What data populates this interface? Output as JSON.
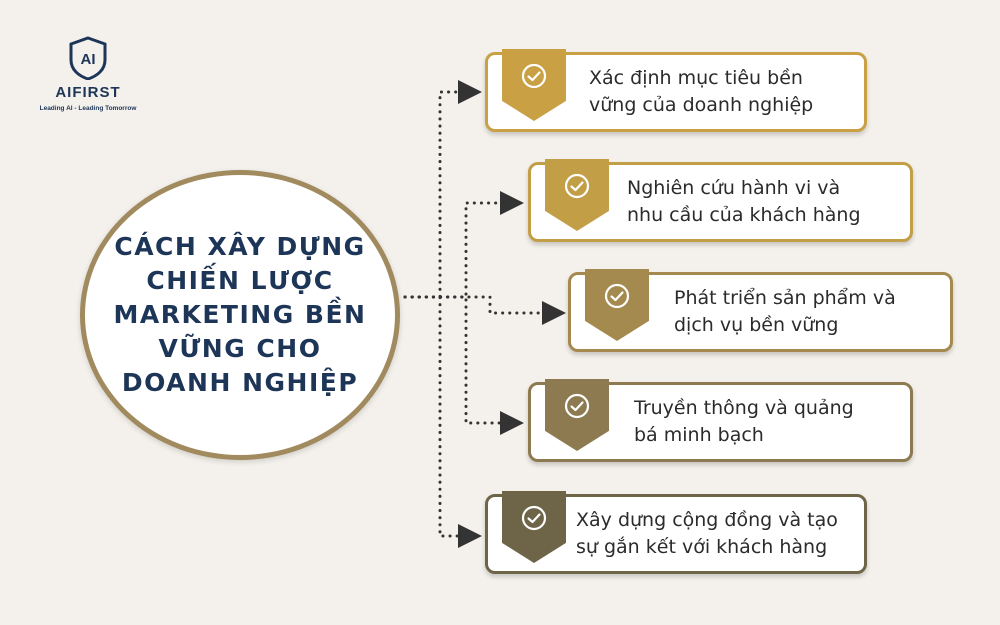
{
  "logo": {
    "mark": "AI",
    "brand": "AIFIRST",
    "tagline": "Leading AI - Leading Tomorrow"
  },
  "center_title": "CÁCH XÂY DỰNG CHIẾN LƯỢC MARKETING BỀN VỮNG CHO DOANH NGHIỆP",
  "items": [
    {
      "line1": "Xác định mục tiêu bền",
      "line2": "vững của doanh nghiệp",
      "icon": "check-circle-icon",
      "color": "#c9a044"
    },
    {
      "line1": "Nghiên cứu hành vi và",
      "line2": "nhu cầu của khách hàng",
      "icon": "check-circle-icon",
      "color": "#c29e46"
    },
    {
      "line1": "Phát triển sản phẩm và",
      "line2": "dịch vụ bền vững",
      "icon": "check-circle-icon",
      "color": "#a58a50"
    },
    {
      "line1": "Truyền thông và quảng",
      "line2": "bá minh bạch",
      "icon": "check-circle-icon",
      "color": "#8d7a51"
    },
    {
      "line1": "Xây dựng cộng đồng và tạo",
      "line2": "sự gắn kết với khách hàng",
      "icon": "check-circle-icon",
      "color": "#6e6549"
    }
  ],
  "colors": {
    "background": "#f4f1ec",
    "navy": "#1d3557",
    "dots": "#333333"
  }
}
